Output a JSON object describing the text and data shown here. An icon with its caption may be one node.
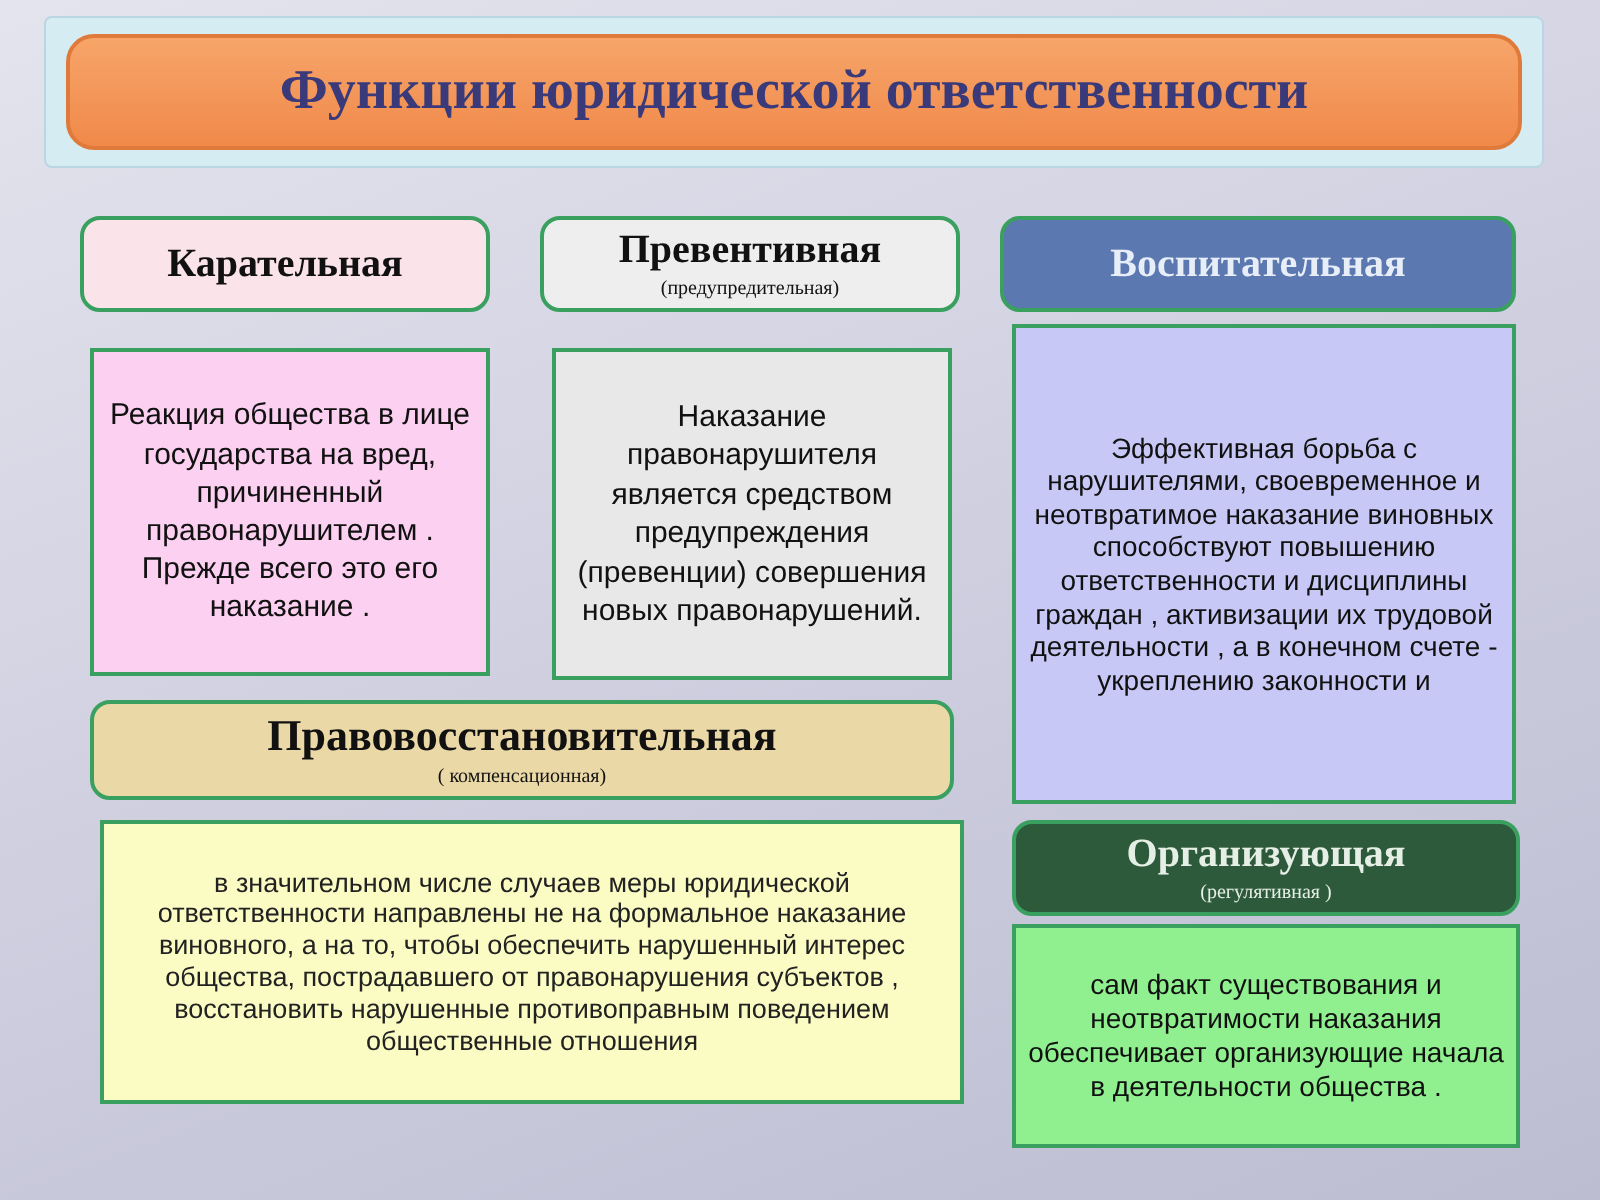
{
  "diagram": {
    "title": "Функции юридической ответственности",
    "nodes": [
      {
        "text": [
          "Карательная"
        ]
      },
      {
        "text": [
          "Реакция общества в лице государства на вред, причиненный правонарушителем . Прежде всего это его наказание ."
        ]
      },
      {
        "text": [
          "Превентивная",
          "(предупредительная)"
        ]
      },
      {
        "text": [
          "Наказание правонарушителя является средством предупреждения (превенции) совершения новых правонарушений."
        ]
      },
      {
        "text": [
          "Воспитательная"
        ]
      },
      {
        "text": [
          "Эффективная борьба с нарушителями, своевременное и неотвратимое наказание виновных способствуют повышению ответственности и дисциплины граждан , активизации их трудовой деятельности , а в конечном счете - укреплению законности и"
        ]
      },
      {
        "text": [
          "Правовосстановительная",
          "( компенсационная)"
        ]
      },
      {
        "text": [
          "в значительном числе случаев меры юридической ответственности направлены не на формальное наказание виновного, а на то, чтобы обеспечить нарушенный интерес общества, пострадавшего от правонарушения субъектов , восстановить нарушенные противоправным поведением общественные отношения"
        ]
      },
      {
        "text": [
          "Организующая",
          "(регулятивная )"
        ]
      },
      {
        "text": [
          "сам факт существования и неотвратимости наказания обеспечивает организующие начала в деятельности общества ."
        ]
      }
    ]
  }
}
